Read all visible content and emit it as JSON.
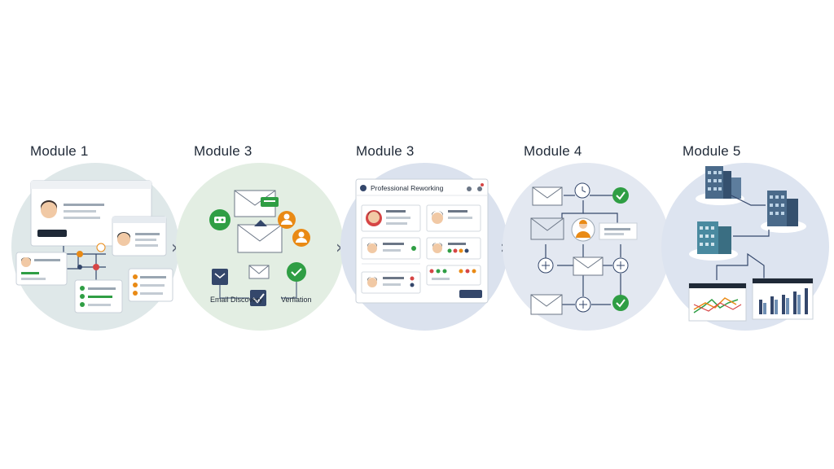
{
  "modules": [
    {
      "title": "Module 1",
      "window_title": "",
      "button_label": "",
      "card_title": "",
      "color": "#dfe8e9"
    },
    {
      "title": "Module 3",
      "caption_left": "Email Discovery",
      "caption_right": "Verfiation",
      "color": "#e3eee3"
    },
    {
      "title": "Module 3",
      "window_title": "Professional Reworking",
      "sections": [
        "",
        "",
        ""
      ],
      "profiles": [
        "",
        "",
        "",
        ""
      ],
      "button_label": "",
      "color": "#dbe2ee"
    },
    {
      "title": "Module 4",
      "color": "#e3e8f1"
    },
    {
      "title": "Module 5",
      "color": "#dde4f0"
    }
  ],
  "colors": {
    "green": "#2f9e44",
    "orange": "#e98a15",
    "navy": "#34476b",
    "red": "#d64545"
  }
}
